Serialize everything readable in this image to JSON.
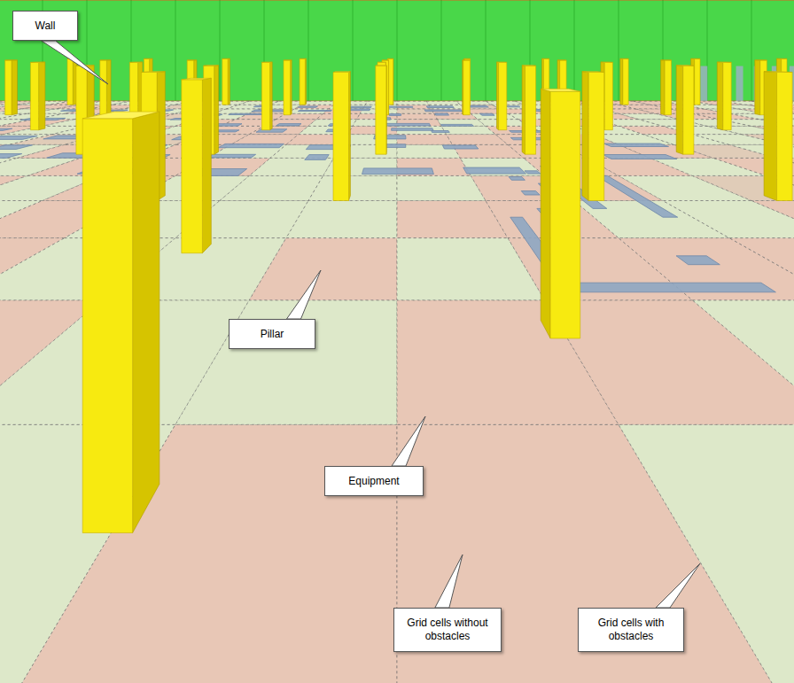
{
  "diagram": {
    "nodes": [
      {
        "text": [
          "Wall"
        ]
      },
      {
        "text": [
          "Pillar"
        ]
      },
      {
        "text": [
          "Equipment"
        ]
      },
      {
        "text": [
          "Grid cells without obstacles"
        ]
      },
      {
        "text": [
          "Grid cells with obstacles"
        ]
      }
    ]
  }
}
